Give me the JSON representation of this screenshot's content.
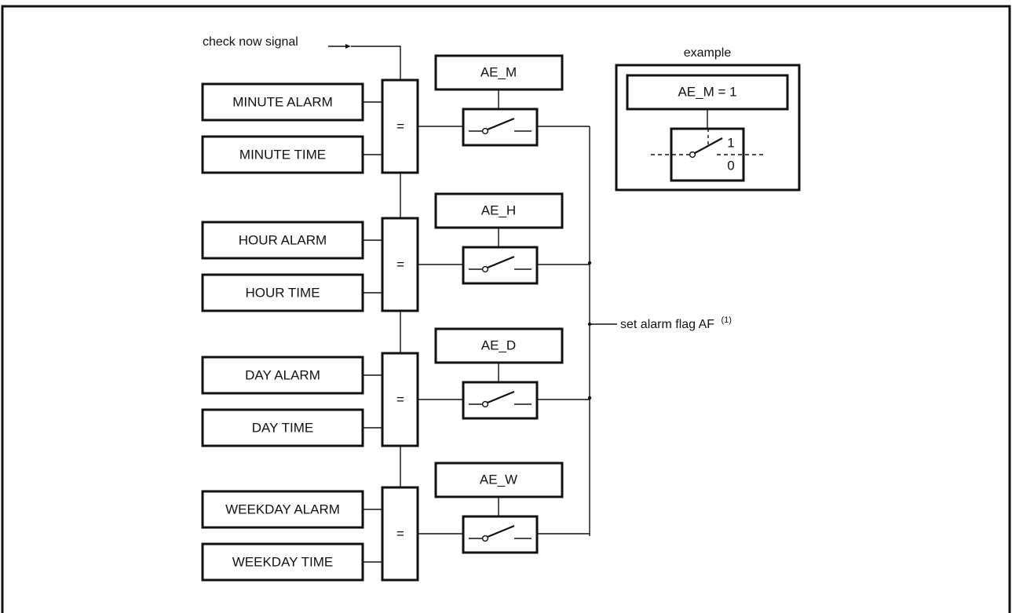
{
  "check_signal": "check now signal",
  "set_flag": "set alarm flag AF",
  "set_flag_note": "(1)",
  "rows": [
    {
      "alarm": "MINUTE ALARM",
      "time": "MINUTE TIME",
      "compare": "=",
      "enable": "AE_M"
    },
    {
      "alarm": "HOUR ALARM",
      "time": "HOUR TIME",
      "compare": "=",
      "enable": "AE_H"
    },
    {
      "alarm": "DAY ALARM",
      "time": "DAY TIME",
      "compare": "=",
      "enable": "AE_D"
    },
    {
      "alarm": "WEEKDAY ALARM",
      "time": "WEEKDAY TIME",
      "compare": "=",
      "enable": "AE_W"
    }
  ],
  "example": {
    "title": "example",
    "enable": "AE_M = 1",
    "pos_on": "1",
    "pos_off": "0"
  }
}
